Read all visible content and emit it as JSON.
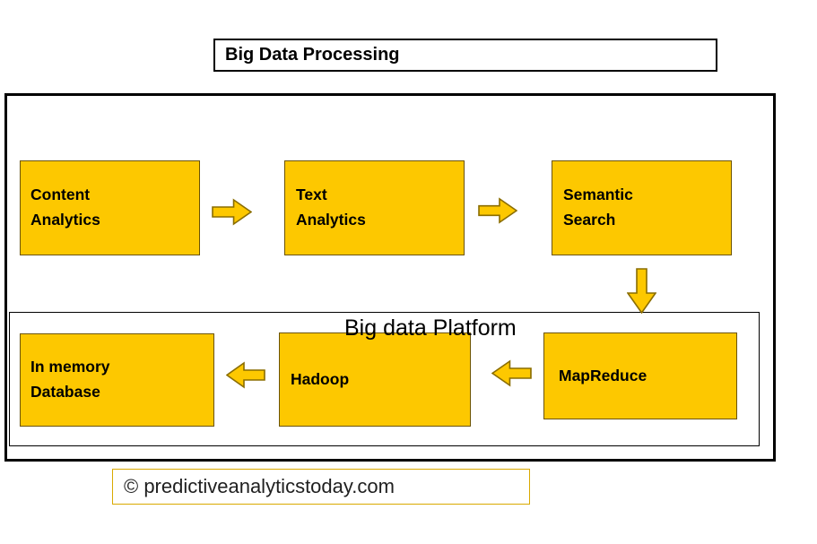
{
  "title": "Big Data Processing",
  "diagram": {
    "platform_label": "Big data Platform",
    "boxes": {
      "content_analytics": "Content\nAnalytics",
      "text_analytics": "Text\nAnalytics",
      "semantic_search": "Semantic\nSearch",
      "mapreduce": "MapReduce",
      "hadoop": "Hadoop",
      "in_memory_database": "In memory\nDatabase"
    },
    "flow": [
      "Content Analytics -> Text Analytics",
      "Text Analytics -> Semantic Search",
      "Semantic Search -> Big data Platform (MapReduce)",
      "MapReduce -> Hadoop",
      "Hadoop -> In memory Database"
    ]
  },
  "footer": "© predictiveanalyticstoday.com",
  "colors": {
    "box_fill": "#FDC800",
    "box_border": "#6b5300",
    "arrow_fill": "#FDC800",
    "arrow_stroke": "#8a6d00",
    "outer_border": "#000000",
    "footer_border": "#d9a900",
    "text_color": "#000000",
    "footer_text": "#1f1f1f"
  }
}
